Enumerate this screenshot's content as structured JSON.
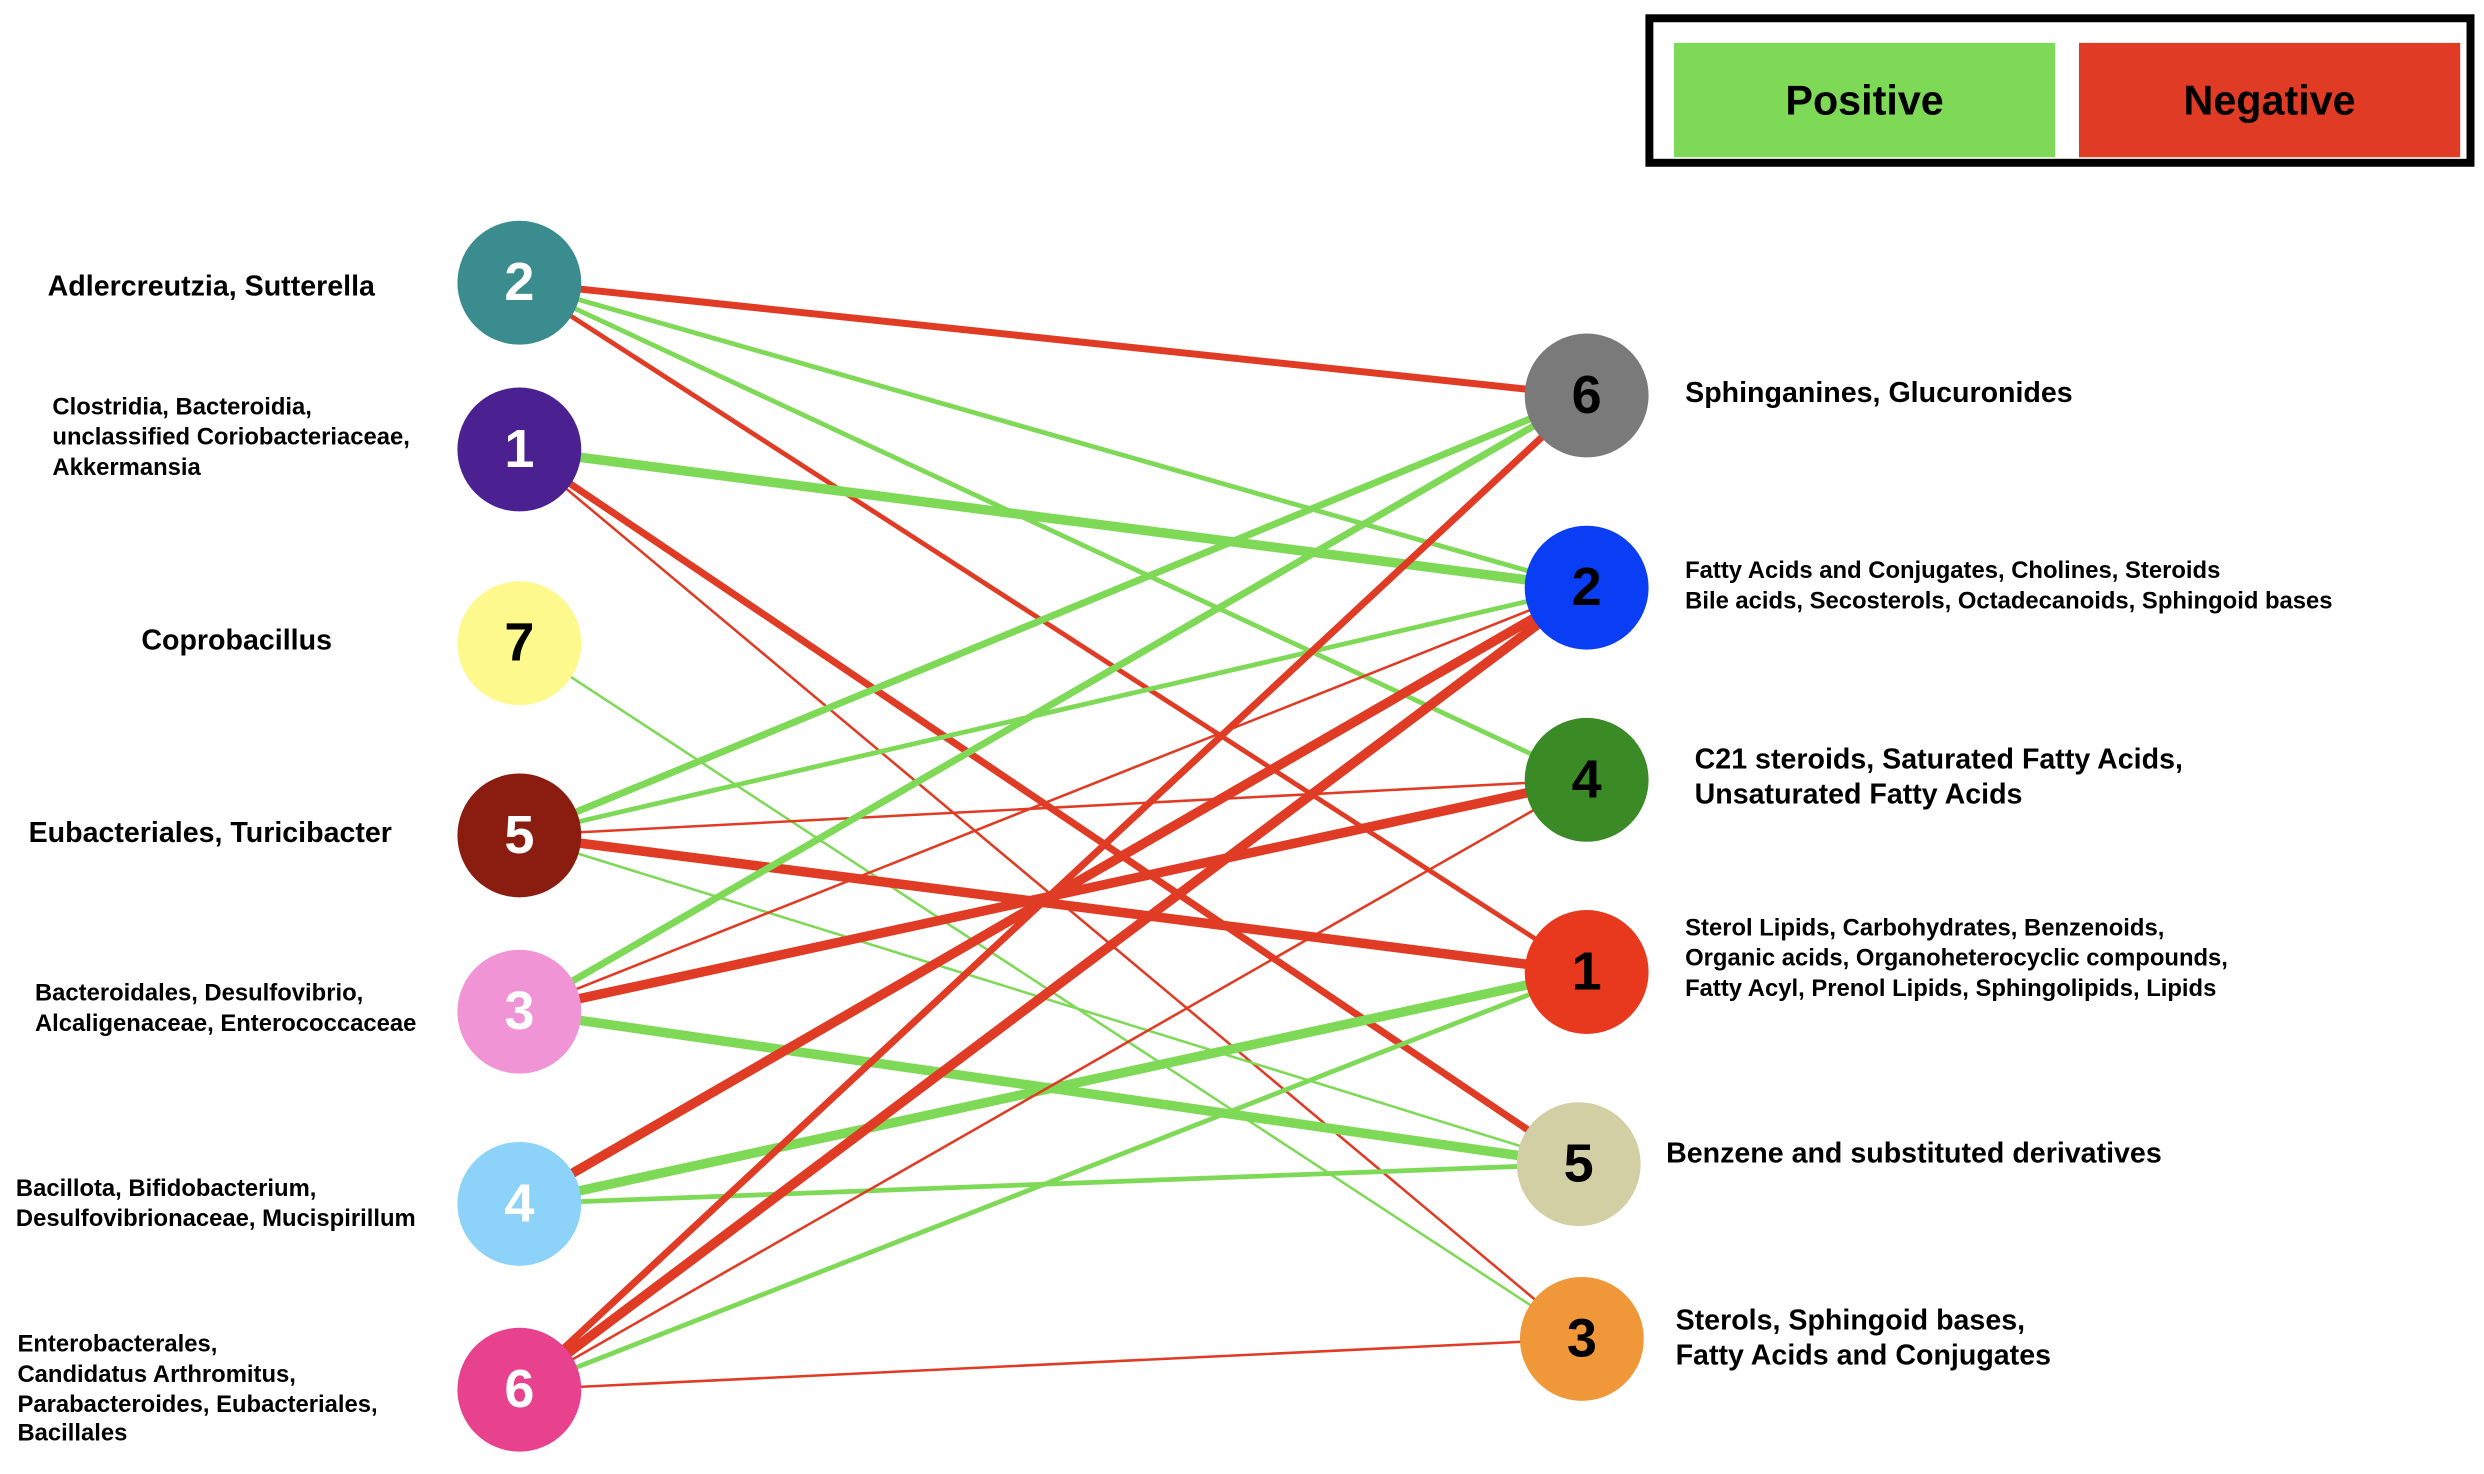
{
  "legend": {
    "positive_label": "Positive",
    "negative_label": "Negative",
    "positive_color": "#7ed957",
    "negative_color": "#e03b24"
  },
  "left_nodes": [
    {
      "id": "L2",
      "number": "2",
      "color": "#3a8c8e",
      "label": "Adlercreutzia, Sutterella"
    },
    {
      "id": "L1",
      "number": "1",
      "color": "#4b2090",
      "label": "Clostridia, Bacteroidia,\nunclassified Coriobacteriaceae,\nAkkermansia"
    },
    {
      "id": "L7",
      "number": "7",
      "color": "#fef98c",
      "label": "Coprobacillus"
    },
    {
      "id": "L5",
      "number": "5",
      "color": "#8b1c10",
      "label": "Eubacteriales, Turicibacter"
    },
    {
      "id": "L3",
      "number": "3",
      "color": "#f194d6",
      "label": "Bacteroidales, Desulfovibrio,\nAlcaligenaceae, Enterococcaceae"
    },
    {
      "id": "L4",
      "number": "4",
      "color": "#8dd3f9",
      "label": "Bacillota, Bifidobacterium,\nDesulfovibrionaceae, Mucispirillum"
    },
    {
      "id": "L6",
      "number": "6",
      "color": "#e8418d",
      "label": "Enterobacterales,\nCandidatus Arthromitus,\nParabacteroides, Eubacteriales,\nBacillales"
    }
  ],
  "right_nodes": [
    {
      "id": "R6",
      "number": "6",
      "color": "#7a7a7a",
      "label": "Sphinganines, Glucuronides"
    },
    {
      "id": "R2",
      "number": "2",
      "color": "#0a3ef5",
      "label": "Fatty Acids and Conjugates, Cholines, Steroids\nBile acids, Secosterols, Octadecanoids, Sphingoid bases"
    },
    {
      "id": "R4",
      "number": "4",
      "color": "#3a8a25",
      "label": "C21 steroids, Saturated Fatty Acids,\nUnsaturated Fatty Acids"
    },
    {
      "id": "R1",
      "number": "1",
      "color": "#e8391f",
      "label": "Sterol Lipids, Carbohydrates, Benzenoids,\nOrganic acids, Organoheterocyclic compounds,\nFatty Acyl, Prenol Lipids, Sphingolipids, Lipids"
    },
    {
      "id": "R5",
      "number": "5",
      "color": "#d2cfa4",
      "label": "Benzene and substituted derivatives"
    },
    {
      "id": "R3",
      "number": "3",
      "color": "#ef9739",
      "label": "Sterols, Sphingoid bases,\nFatty Acids and Conjugates"
    }
  ],
  "edges": [
    {
      "from": "L2",
      "to": "R6",
      "sign": "negative",
      "weight": 3
    },
    {
      "from": "L2",
      "to": "R2",
      "sign": "positive",
      "weight": 2
    },
    {
      "from": "L2",
      "to": "R4",
      "sign": "positive",
      "weight": 2
    },
    {
      "from": "L2",
      "to": "R1",
      "sign": "negative",
      "weight": 2
    },
    {
      "from": "L1",
      "to": "R2",
      "sign": "positive",
      "weight": 4
    },
    {
      "from": "L1",
      "to": "R5",
      "sign": "negative",
      "weight": 3
    },
    {
      "from": "L1",
      "to": "R3",
      "sign": "negative",
      "weight": 1
    },
    {
      "from": "L7",
      "to": "R3",
      "sign": "positive",
      "weight": 1
    },
    {
      "from": "L5",
      "to": "R6",
      "sign": "positive",
      "weight": 3
    },
    {
      "from": "L5",
      "to": "R2",
      "sign": "positive",
      "weight": 2
    },
    {
      "from": "L5",
      "to": "R4",
      "sign": "negative",
      "weight": 1
    },
    {
      "from": "L5",
      "to": "R1",
      "sign": "negative",
      "weight": 4
    },
    {
      "from": "L5",
      "to": "R5",
      "sign": "positive",
      "weight": 1
    },
    {
      "from": "L3",
      "to": "R6",
      "sign": "positive",
      "weight": 3
    },
    {
      "from": "L3",
      "to": "R2",
      "sign": "negative",
      "weight": 1
    },
    {
      "from": "L3",
      "to": "R4",
      "sign": "negative",
      "weight": 4
    },
    {
      "from": "L3",
      "to": "R5",
      "sign": "positive",
      "weight": 4
    },
    {
      "from": "L4",
      "to": "R2",
      "sign": "negative",
      "weight": 4
    },
    {
      "from": "L4",
      "to": "R1",
      "sign": "positive",
      "weight": 4
    },
    {
      "from": "L4",
      "to": "R5",
      "sign": "positive",
      "weight": 2
    },
    {
      "from": "L6",
      "to": "R6",
      "sign": "negative",
      "weight": 3
    },
    {
      "from": "L6",
      "to": "R2",
      "sign": "negative",
      "weight": 4
    },
    {
      "from": "L6",
      "to": "R4",
      "sign": "negative",
      "weight": 1
    },
    {
      "from": "L6",
      "to": "R1",
      "sign": "positive",
      "weight": 2
    },
    {
      "from": "L6",
      "to": "R3",
      "sign": "negative",
      "weight": 1
    }
  ]
}
